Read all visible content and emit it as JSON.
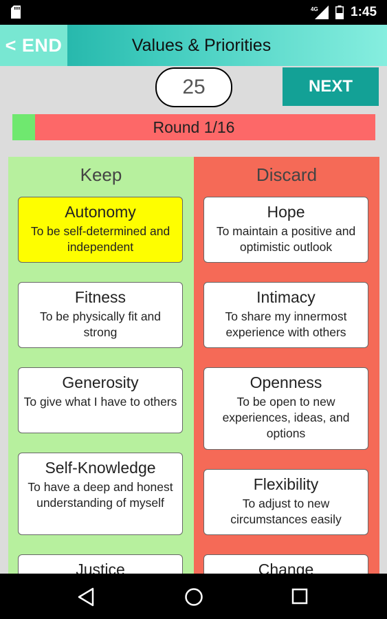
{
  "status_bar": {
    "time": "1:45",
    "network_label": "4G",
    "icons": [
      "sd-card-icon",
      "signal-icon",
      "battery-icon"
    ]
  },
  "app_bar": {
    "end_label": "< END",
    "title": "Values & Priorities"
  },
  "controls": {
    "counter_value": "25",
    "next_label": "NEXT"
  },
  "progress": {
    "label": "Round 1/16",
    "fraction": 0.0625
  },
  "keep": {
    "header": "Keep",
    "cards": [
      {
        "title": "Autonomy",
        "desc": "To be self-determined and independent",
        "selected": true
      },
      {
        "title": "Fitness",
        "desc": "To be physically fit and strong",
        "selected": false
      },
      {
        "title": "Generosity",
        "desc": "To give what I have to others",
        "selected": false
      },
      {
        "title": "Self-Knowledge",
        "desc": "To have a deep and honest understanding of myself",
        "selected": false
      },
      {
        "title": "Justice",
        "desc": "",
        "selected": false
      }
    ]
  },
  "discard": {
    "header": "Discard",
    "cards": [
      {
        "title": "Hope",
        "desc": "To maintain a positive and optimistic outlook",
        "selected": false
      },
      {
        "title": "Intimacy",
        "desc": "To share my innermost experience with others",
        "selected": false
      },
      {
        "title": "Openness",
        "desc": "To be open to new experiences, ideas, and options",
        "selected": false
      },
      {
        "title": "Flexibility",
        "desc": "To adjust to new circumstances easily",
        "selected": false
      },
      {
        "title": "Change",
        "desc": "",
        "selected": false
      }
    ]
  },
  "colors": {
    "app_bar_start": "#15aaa0",
    "app_bar_end": "#86eedf",
    "next_button": "#13a196",
    "keep_column": "#b7f09e",
    "discard_column": "#f56a57",
    "selected_card": "#fefe00",
    "progress_done": "#6fe86f",
    "progress_remaining": "#fd6868"
  },
  "nav_bar": {
    "icons": [
      "back-icon",
      "home-icon",
      "recents-icon"
    ]
  }
}
